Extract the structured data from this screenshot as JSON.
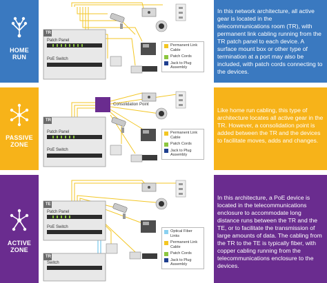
{
  "colors": {
    "blue": "#3a79c0",
    "yellow": "#f7b319",
    "purple": "#6a2c8f",
    "link_cable": "#f3c623",
    "patch_cord": "#8cc63f",
    "jack": "#1f3f8f",
    "fiber": "#8ad0f0"
  },
  "rows": [
    {
      "title_lines": [
        "HOME",
        "RUN"
      ],
      "description": "In this network architecture, all active gear is located in the telecommunications room (TR), with permanent link cabling running from the TR patch panel to each device. A surface mount box or other type of termination at a port may also be included, with patch cords connecting to the devices.",
      "labels": {
        "room": "TR",
        "patch_panel": "Patch Panel",
        "switch": "PoE Switch"
      },
      "legend": [
        "Permanent Link Cable",
        "Patch Cords",
        "Jack to Plug Assembly"
      ]
    },
    {
      "title_lines": [
        "PASSIVE",
        "ZONE"
      ],
      "description": "Like home run cabling, this type of architecture locates all active gear in the TR. However, a consolidation point is added between the TR and the devices to facilitate moves, adds and changes.",
      "labels": {
        "room": "TR",
        "patch_panel": "Patch Panel",
        "switch": "PoE Switch",
        "consolidation": "Consolidation Point"
      },
      "legend": [
        "Permanent Link Cable",
        "Patch Cords",
        "Jack to Plug Assembly"
      ]
    },
    {
      "title_lines": [
        "ACTIVE",
        "ZONE"
      ],
      "description": "In this architecture, a PoE device is located in the telecommunications enclosure to accommodate long distance runs between the TR and the TE, or to facilitate the transmission of large amounts of data. The cabling from the TR to the TE is typically fiber, with copper cabling running from the telecommunications enclosure to the devices.",
      "labels": {
        "enclosure": "TE",
        "patch_panel": "Patch Panel",
        "switch_te": "PoE Switch",
        "room": "TR",
        "switch_tr": "Switch"
      },
      "legend": [
        "Optical Fiber Links",
        "Permanent Link Cable",
        "Patch Cords",
        "Jack to Plug Assembly"
      ]
    }
  ]
}
